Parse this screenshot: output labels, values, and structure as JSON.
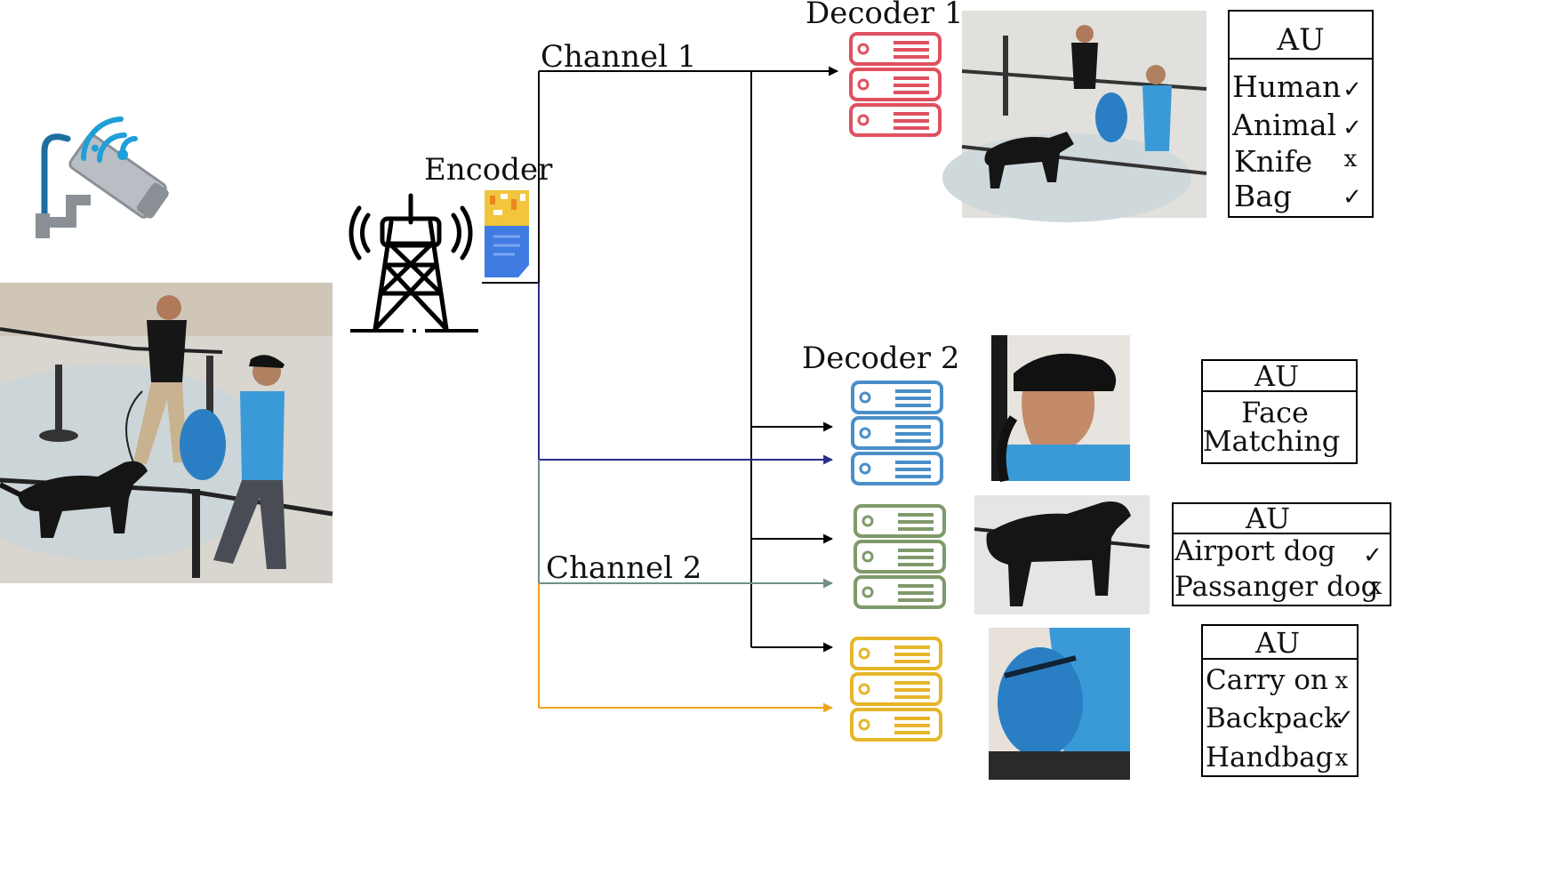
{
  "labels": {
    "encoder": "Encoder",
    "channel1": "Channel 1",
    "channel2": "Channel 2",
    "decoder1": "Decoder 1",
    "decoder2": "Decoder 2"
  },
  "colors": {
    "decoder1": "#e0505e",
    "decoder2a": "#4a8ec8",
    "decoder2b": "#7f9a6a",
    "decoder2c": "#e6b52a",
    "wire_blue": "#2b2b8e",
    "wire_gray": "#6f8f88",
    "wire_orange": "#f3a31c",
    "camera_blue": "#1e9fd8",
    "camera_gray": "#9aa2a8"
  },
  "au_tables": {
    "t1": {
      "title": "AU",
      "rows": [
        {
          "label": "Human",
          "mark": "✓"
        },
        {
          "label": "Animal",
          "mark": "✓"
        },
        {
          "label": "Knife",
          "mark": "x"
        },
        {
          "label": "Bag",
          "mark": "✓"
        }
      ]
    },
    "t2": {
      "title": "AU",
      "line1": "Face",
      "line2": "Matching"
    },
    "t3": {
      "title": "AU",
      "rows": [
        {
          "label": "Airport dog",
          "mark": "✓"
        },
        {
          "label": "Passanger dog",
          "mark": "x"
        }
      ]
    },
    "t4": {
      "title": "AU",
      "rows": [
        {
          "label": "Carry on",
          "mark": "x"
        },
        {
          "label": "Backpack",
          "mark": "✓"
        },
        {
          "label": "Handbag",
          "mark": "x"
        }
      ]
    }
  },
  "icons": {
    "camera": "security-camera-icon",
    "tower": "cell-tower-icon",
    "encoder": "encoder-document-icon",
    "server": "server-icon"
  },
  "photos": {
    "main": "airport-scene-photo",
    "crop1": "scene-crop-photo",
    "crop2": "face-crop-photo",
    "crop3": "dog-crop-photo",
    "crop4": "backpack-crop-photo"
  }
}
